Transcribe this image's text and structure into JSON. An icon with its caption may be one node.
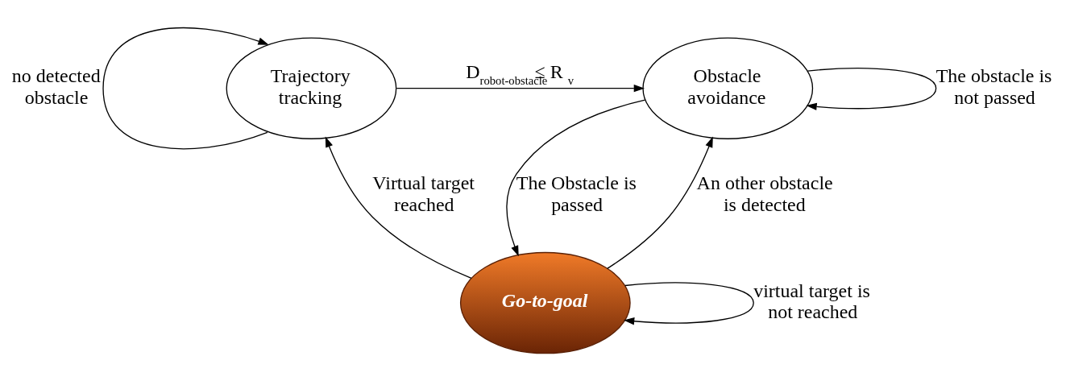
{
  "diagram": {
    "nodes": [
      {
        "text": [
          "Trajectory tracking"
        ]
      },
      {
        "text": [
          "Obstacle avoidance"
        ]
      },
      {
        "text": [
          "Go-to-goal"
        ]
      }
    ],
    "edges": [
      {
        "from": 0,
        "to": 1,
        "arrow": "to",
        "label": "D$_{robot-obstacle}$ ≤ R$_{v}$"
      },
      {
        "from": 0,
        "to": 0,
        "arrow": "to",
        "label": "no detected obstacle"
      },
      {
        "from": 1,
        "to": 1,
        "arrow": "to",
        "label": "The obstacle is not passed"
      },
      {
        "from": 2,
        "to": 1,
        "arrow": "to",
        "label": "An other obstacle is detected"
      },
      {
        "from": 1,
        "to": 2,
        "arrow": "to",
        "label": "The Obstacle is passed"
      },
      {
        "from": 2,
        "to": 0,
        "arrow": "to",
        "label": "Virtual target reached"
      },
      {
        "from": 2,
        "to": 2,
        "arrow": "to",
        "label": "virtual target is not reached"
      }
    ]
  }
}
